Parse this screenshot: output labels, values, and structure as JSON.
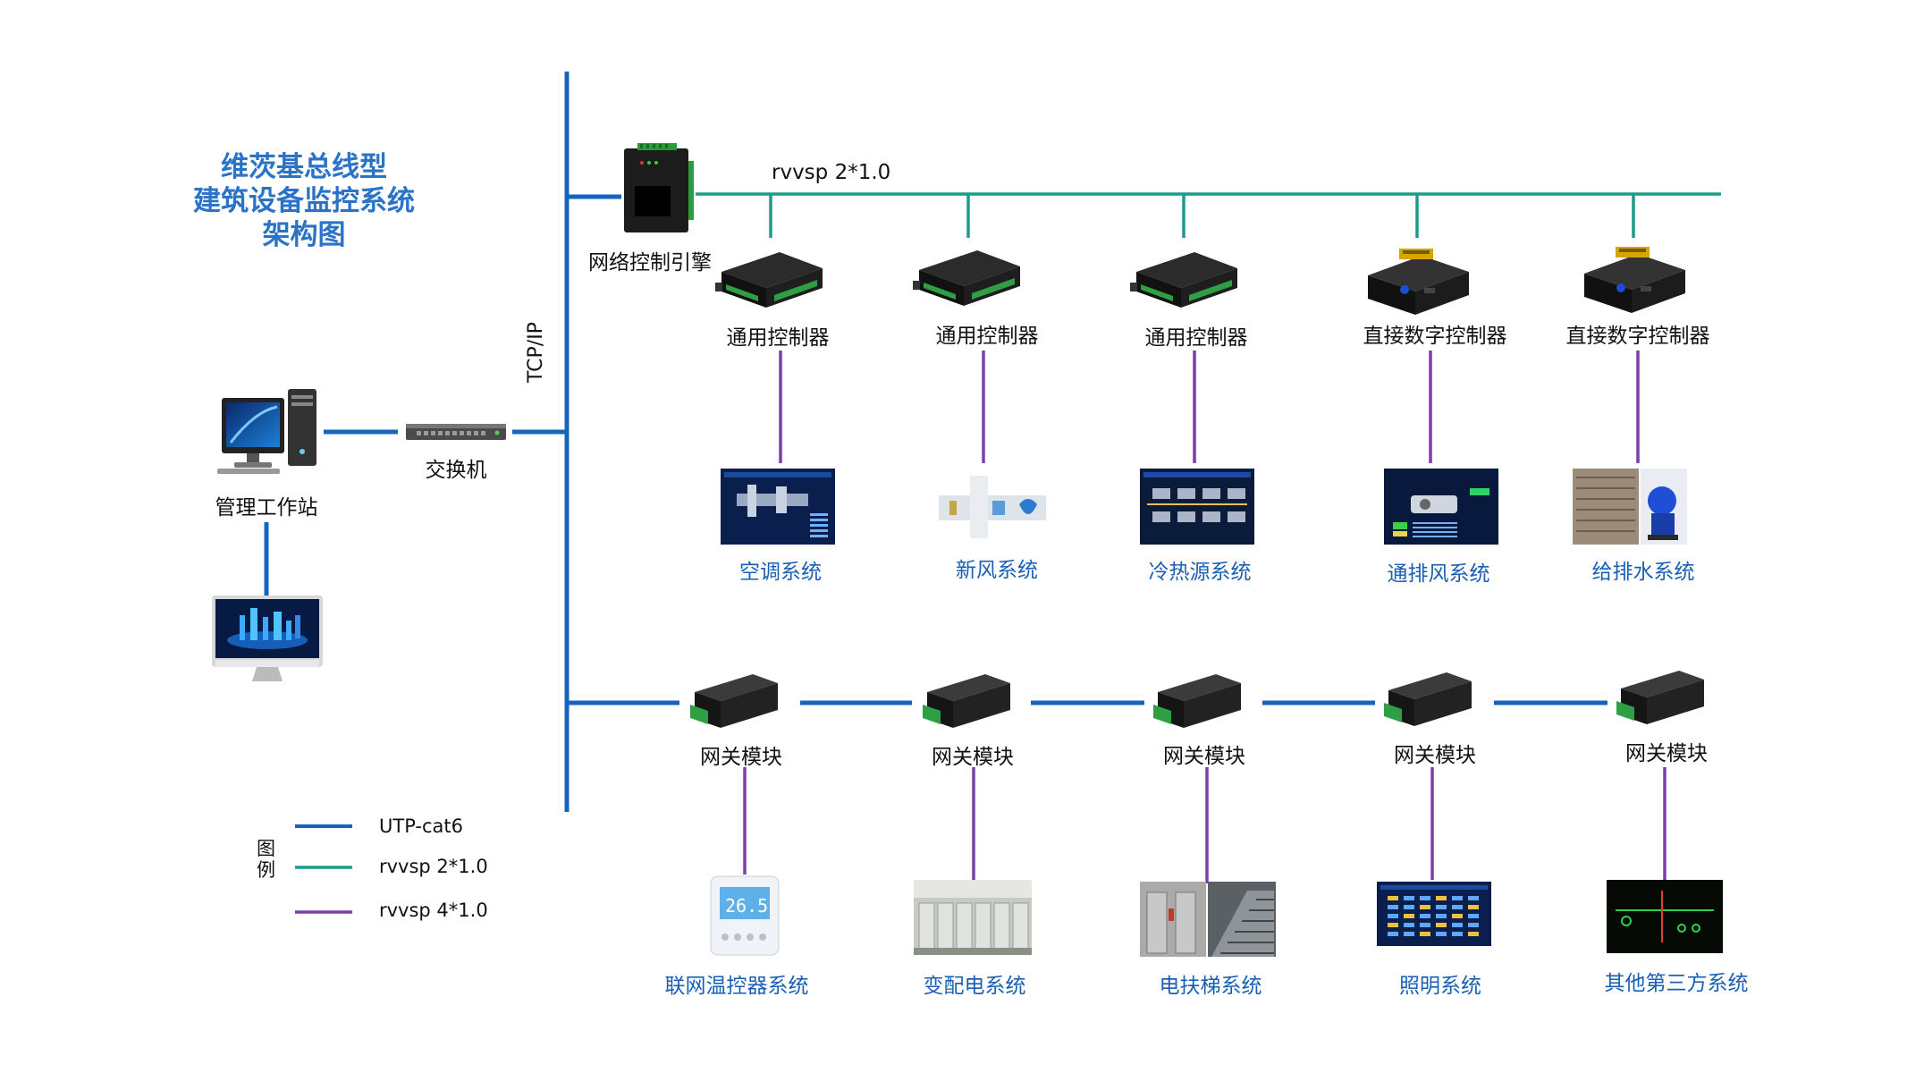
{
  "title_lines": [
    "维茨基总线型",
    "建筑设备监控系统",
    "架构图"
  ],
  "workstation": {
    "label": "管理工作站"
  },
  "switch": {
    "label": "交换机"
  },
  "tcp_label": "TCP/IP",
  "engine": {
    "label": "网络控制引擎"
  },
  "top_bus_label": "rvvsp 2*1.0",
  "top_row": [
    {
      "controller": "通用控制器",
      "system": "空调系统"
    },
    {
      "controller": "通用控制器",
      "system": "新风系统"
    },
    {
      "controller": "通用控制器",
      "system": "冷热源系统"
    },
    {
      "controller": "直接数字控制器",
      "system": "通排风系统"
    },
    {
      "controller": "直接数字控制器",
      "system": "给排水系统"
    }
  ],
  "bottom_row": [
    {
      "module": "网关模块",
      "system": "联网温控器系统"
    },
    {
      "module": "网关模块",
      "system": "变配电系统"
    },
    {
      "module": "网关模块",
      "system": "电扶梯系统"
    },
    {
      "module": "网关模块",
      "system": "照明系统"
    },
    {
      "module": "网关模块",
      "system": "其他第三方系统"
    }
  ],
  "thermostat_reading": "26.5",
  "legend": {
    "heading": "图例",
    "items": [
      {
        "label": "UTP-cat6",
        "color": "#1565c0"
      },
      {
        "label": "rvvsp 2*1.0",
        "color": "#1e9a8c"
      },
      {
        "label": "rvvsp 4*1.0",
        "color": "#7b3fa8"
      }
    ]
  }
}
